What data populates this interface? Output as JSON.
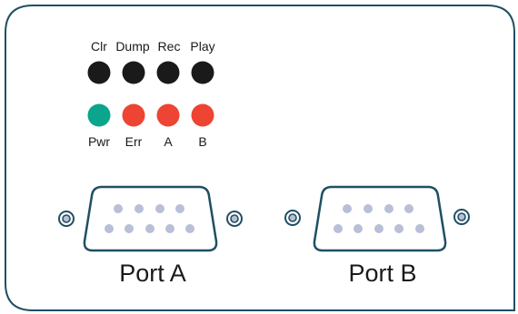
{
  "colors": {
    "frame": "#1f4f63",
    "button": "#1a1a1a",
    "led_power": "#0aa58c",
    "led_red": "#ee4433",
    "connector_shell": "#1f4f63",
    "pin": "#b8bfd6",
    "screw_outer": "#1f4f63",
    "screw_inner": "#b8bfd6"
  },
  "buttons": [
    {
      "label": "Clr",
      "icon": "button-clr"
    },
    {
      "label": "Dump",
      "icon": "button-dump"
    },
    {
      "label": "Rec",
      "icon": "button-rec"
    },
    {
      "label": "Play",
      "icon": "button-play"
    }
  ],
  "leds": [
    {
      "label": "Pwr",
      "color_key": "led_power"
    },
    {
      "label": "Err",
      "color_key": "led_red"
    },
    {
      "label": "A",
      "color_key": "led_red"
    },
    {
      "label": "B",
      "color_key": "led_red"
    }
  ],
  "ports": [
    {
      "label": "Port A",
      "icon": "db9-connector"
    },
    {
      "label": "Port B",
      "icon": "db9-connector"
    }
  ]
}
